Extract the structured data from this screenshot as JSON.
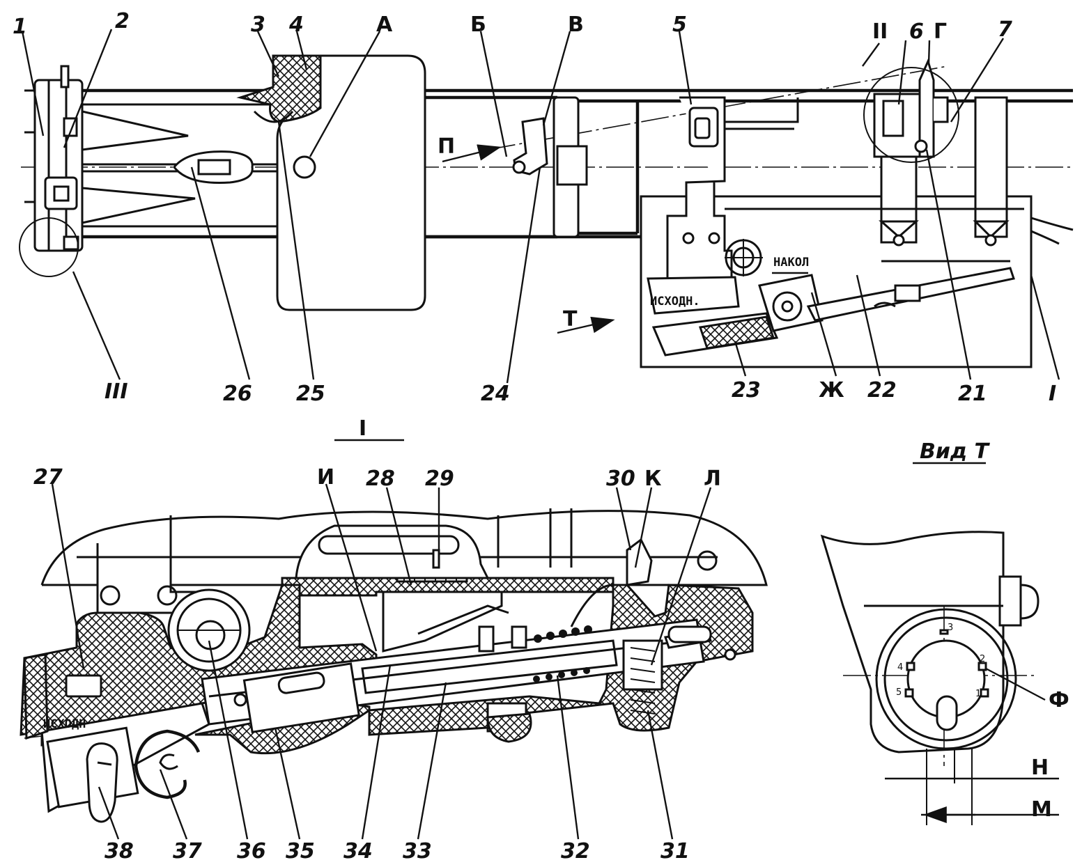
{
  "callouts": {
    "top_view": {
      "n1": "1",
      "n2": "2",
      "n3": "3",
      "n4": "4",
      "a": "А",
      "b": "Б",
      "v": "В",
      "n5": "5",
      "roman2": "II",
      "n6": "6",
      "g": "Г",
      "n7": "7",
      "p": "П",
      "t": "Т",
      "roman3": "III",
      "n26": "26",
      "n25": "25",
      "n24": "24",
      "n23": "23",
      "zh": "Ж",
      "n22": "22",
      "n21": "21",
      "roman1": "I"
    },
    "section_1": {
      "title": "I",
      "n27": "27",
      "i": "И",
      "n28": "28",
      "n29": "29",
      "n30": "30",
      "k": "К",
      "l": "Л",
      "n38": "38",
      "n37": "37",
      "n36": "36",
      "n35": "35",
      "n34": "34",
      "n33": "33",
      "n32": "32",
      "n31": "31"
    },
    "view_t": {
      "title": "Вид Т",
      "f": "Ф",
      "n": "Н",
      "m": "М",
      "dial_3": "3",
      "dial_4": "4",
      "dial_2": "2",
      "dial_5": "5",
      "dial_1": "1"
    }
  },
  "plate_text": {
    "nakol": "НАКОЛ",
    "iskhodn_top": "ИСХОДН.",
    "iskhodn_section": "ИСХОДН"
  }
}
